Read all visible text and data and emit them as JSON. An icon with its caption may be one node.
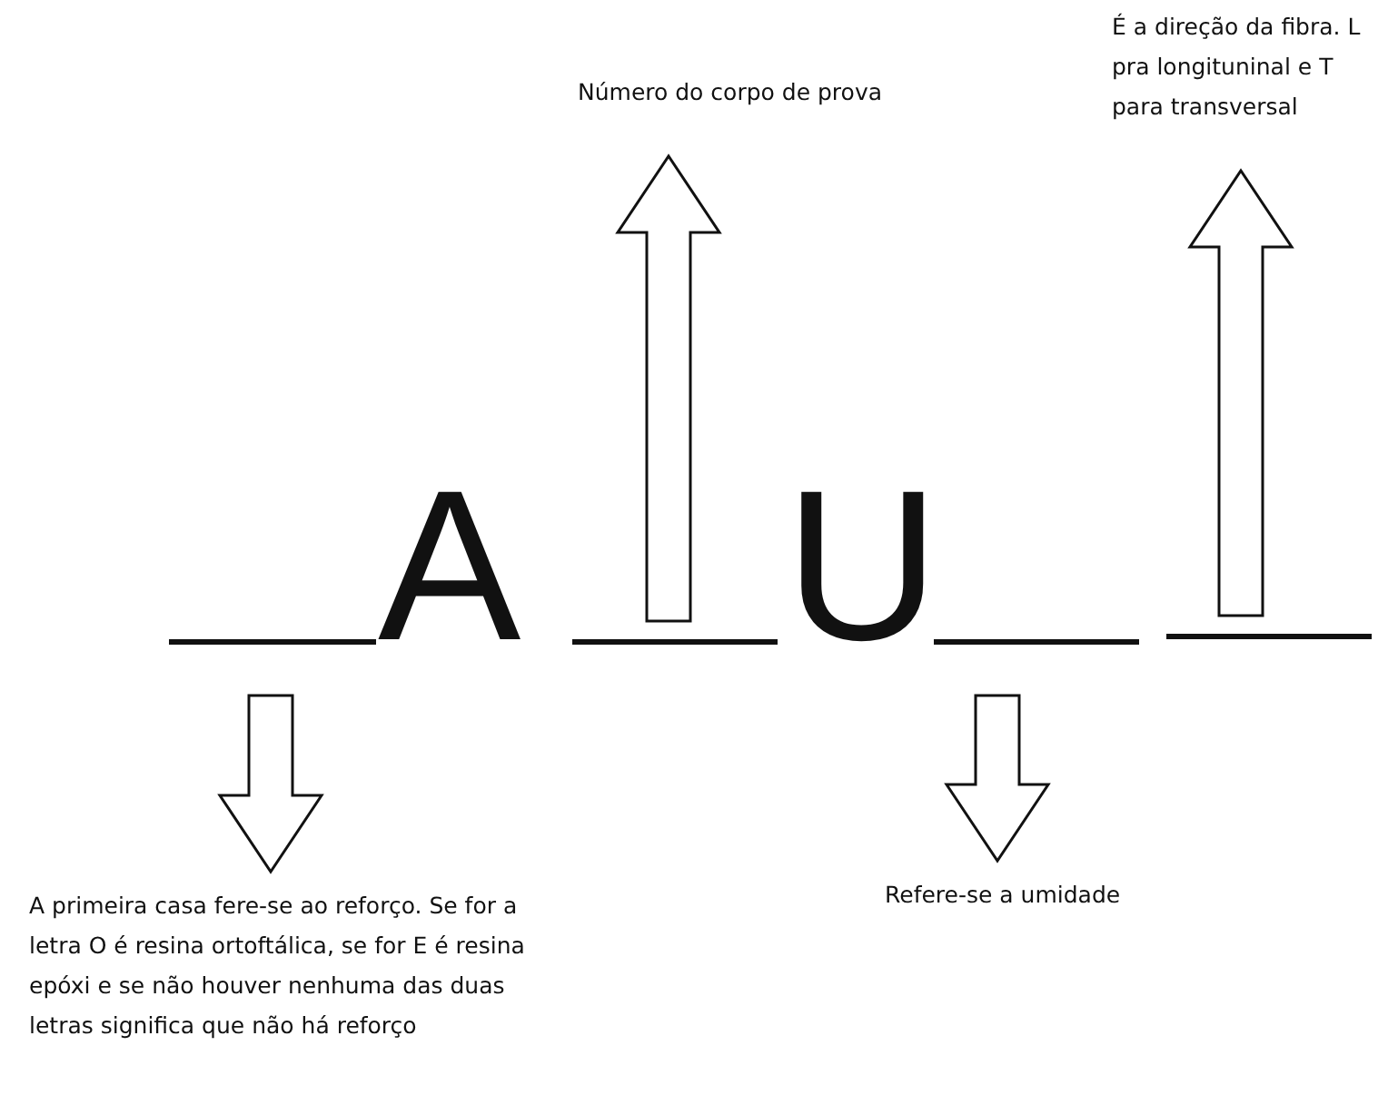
{
  "diagram": {
    "nodes": [
      {
        "text": [
          "Número do corpo de prova"
        ]
      },
      {
        "text": [
          "É a direção da fibra. L pra longituninal e T para transversal"
        ]
      },
      {
        "text": [],
        "shape": "bar"
      },
      {
        "text": [],
        "shape": "bar"
      },
      {
        "text": [],
        "shape": "bar"
      },
      {
        "text": [],
        "shape": "bar"
      },
      {
        "text": [
          "A primeira casa fere-se ao reforço. Se for a letra O é resina ortoftálica, se for E é resina epóxi e se não houver nenhuma das duas letras significa que não há reforço"
        ]
      },
      {
        "text": [
          "Refere-se a umidade"
        ]
      }
    ],
    "edges": [
      {
        "from": 2,
        "to": 6,
        "arrow": "to"
      },
      {
        "from": 3,
        "to": 0,
        "arrow": "to"
      },
      {
        "from": 4,
        "to": 7,
        "arrow": "to"
      },
      {
        "from": 5,
        "to": 1,
        "arrow": "to"
      }
    ],
    "labels": [
      "A",
      "U"
    ]
  }
}
